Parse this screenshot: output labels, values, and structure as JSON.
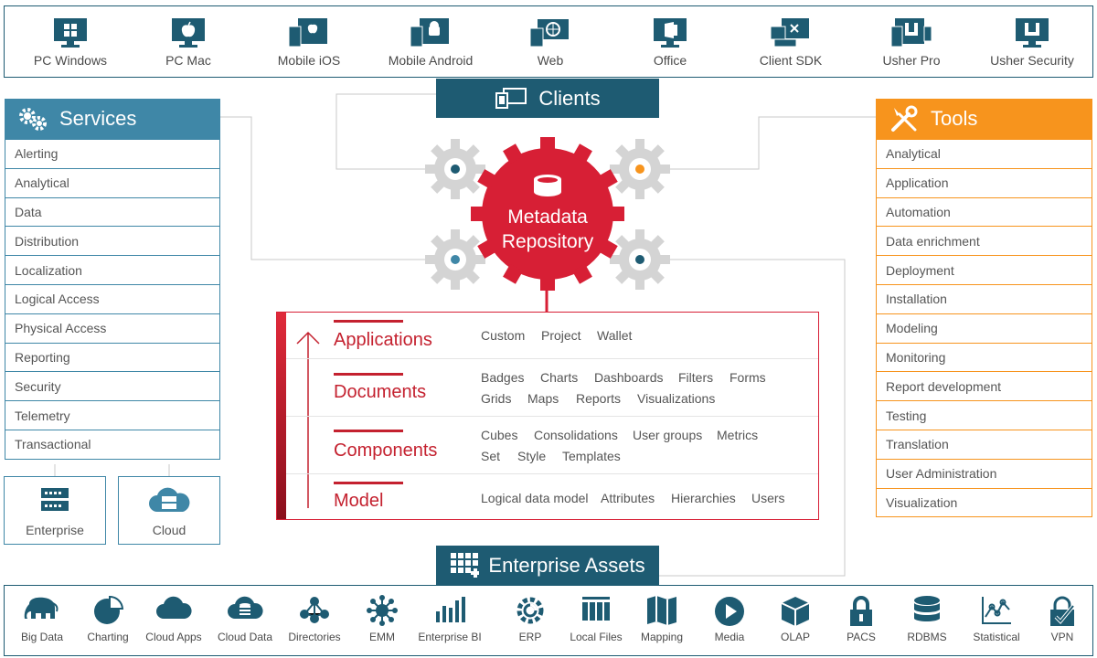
{
  "platforms": [
    {
      "label": "PC Windows",
      "icon": "windows-monitor-icon"
    },
    {
      "label": "PC Mac",
      "icon": "apple-monitor-icon"
    },
    {
      "label": "Mobile iOS",
      "icon": "ios-devices-icon"
    },
    {
      "label": "Mobile Android",
      "icon": "android-devices-icon"
    },
    {
      "label": "Web",
      "icon": "web-devices-icon"
    },
    {
      "label": "Office",
      "icon": "office-monitor-icon"
    },
    {
      "label": "Client SDK",
      "icon": "sdk-devices-icon"
    },
    {
      "label": "Usher Pro",
      "icon": "usher-pro-icon"
    },
    {
      "label": "Usher Security",
      "icon": "usher-security-icon"
    }
  ],
  "clients": {
    "title": "Clients"
  },
  "services": {
    "title": "Services",
    "items": [
      "Alerting",
      "Analytical",
      "Data",
      "Distribution",
      "Localization",
      "Logical Access",
      "Physical Access",
      "Reporting",
      "Security",
      "Telemetry",
      "Transactional"
    ],
    "enterprise": "Enterprise",
    "cloud": "Cloud"
  },
  "tools": {
    "title": "Tools",
    "items": [
      "Analytical",
      "Application",
      "Automation",
      "Data enrichment",
      "Deployment",
      "Installation",
      "Modeling",
      "Monitoring",
      "Report development",
      "Testing",
      "Translation",
      "User Administration",
      "Visualization"
    ]
  },
  "hub": {
    "line1": "Metadata",
    "line2": "Repository"
  },
  "layers": {
    "applications": {
      "title": "Applications",
      "tags": [
        "Custom",
        "Project",
        "Wallet"
      ]
    },
    "documents": {
      "title": "Documents",
      "tags": [
        "Badges",
        "Charts",
        "Dashboards",
        "Filters",
        "Forms",
        "Grids",
        "Maps",
        "Reports",
        "Visualizations"
      ]
    },
    "components": {
      "title": "Components",
      "tags": [
        "Cubes",
        "Consolidations",
        "User groups",
        "Metrics",
        "Set",
        "Style",
        "Templates"
      ]
    },
    "model": {
      "title": "Model",
      "tags": [
        "Logical data model",
        "Attributes",
        "Hierarchies",
        "Users"
      ]
    }
  },
  "assets": {
    "title": "Enterprise Assets",
    "items": [
      {
        "label": "Big Data",
        "icon": "elephant-icon"
      },
      {
        "label": "Charting",
        "icon": "pie-chart-icon"
      },
      {
        "label": "Cloud Apps",
        "icon": "cloud-icon"
      },
      {
        "label": "Cloud Data",
        "icon": "cloud-database-icon"
      },
      {
        "label": "Directories",
        "icon": "directory-tree-icon"
      },
      {
        "label": "EMM",
        "icon": "emm-hub-icon"
      },
      {
        "label": "Enterprise BI",
        "icon": "bar-chart-icon"
      },
      {
        "label": "ERP",
        "icon": "erp-gear-icon"
      },
      {
        "label": "Local Files",
        "icon": "files-icon"
      },
      {
        "label": "Mapping",
        "icon": "map-icon"
      },
      {
        "label": "Media",
        "icon": "play-icon"
      },
      {
        "label": "OLAP",
        "icon": "cube-icon"
      },
      {
        "label": "PACS",
        "icon": "lock-icon"
      },
      {
        "label": "RDBMS",
        "icon": "database-icon"
      },
      {
        "label": "Statistical",
        "icon": "line-chart-icon"
      },
      {
        "label": "VPN",
        "icon": "vpn-shield-icon"
      }
    ]
  },
  "colors": {
    "navy": "#1e5b72",
    "blue": "#3f87a7",
    "orange": "#f7941d",
    "red": "#d71f35",
    "gear": "#d4d4d4"
  }
}
